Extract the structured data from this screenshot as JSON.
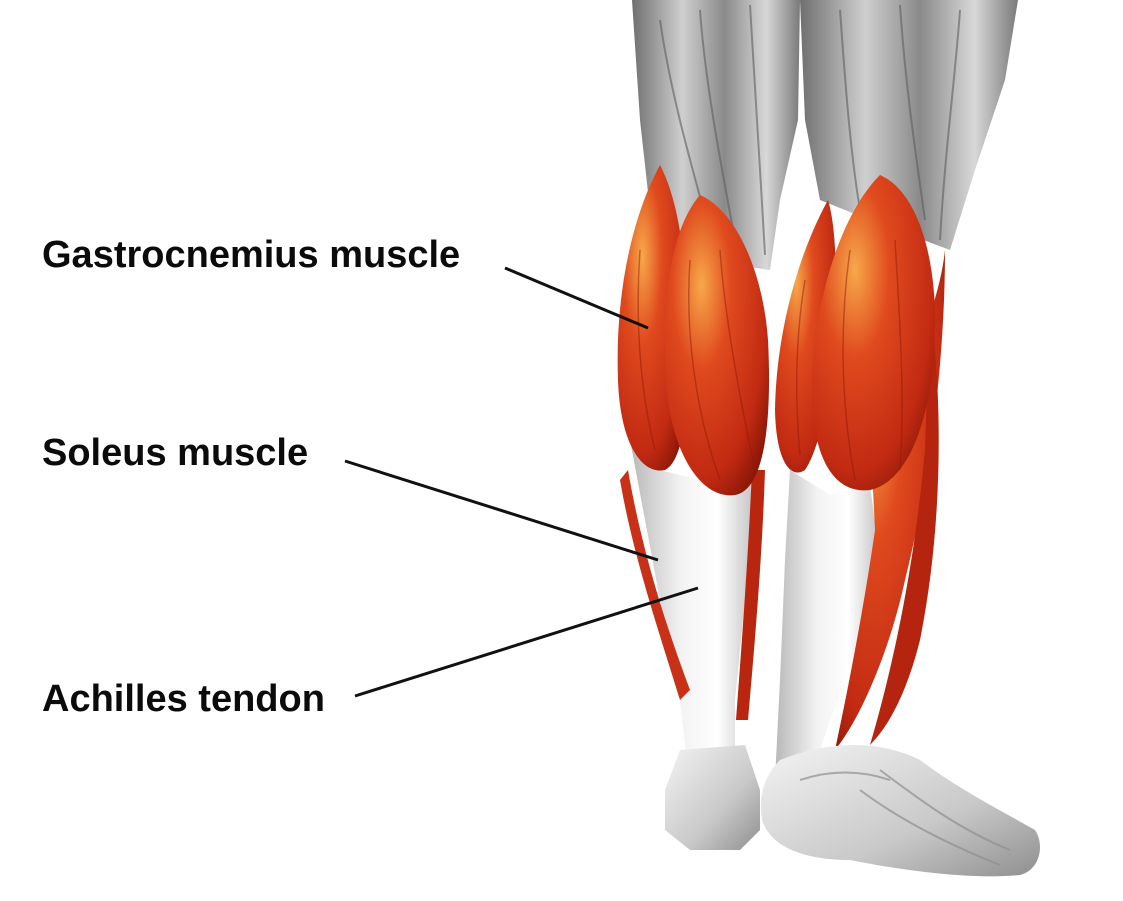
{
  "labels": {
    "gastrocnemius": "Gastrocnemius muscle",
    "soleus": "Soleus muscle",
    "achilles": "Achilles tendon"
  },
  "colors": {
    "muscle": "#d9341a",
    "muscle_highlight": "#f59a3a",
    "muscle_shadow": "#8e1808",
    "tendon": "#e6e6e6",
    "upper_leg": "#9a9a9a",
    "leader_line": "#111111",
    "text": "#0b0b0b"
  }
}
